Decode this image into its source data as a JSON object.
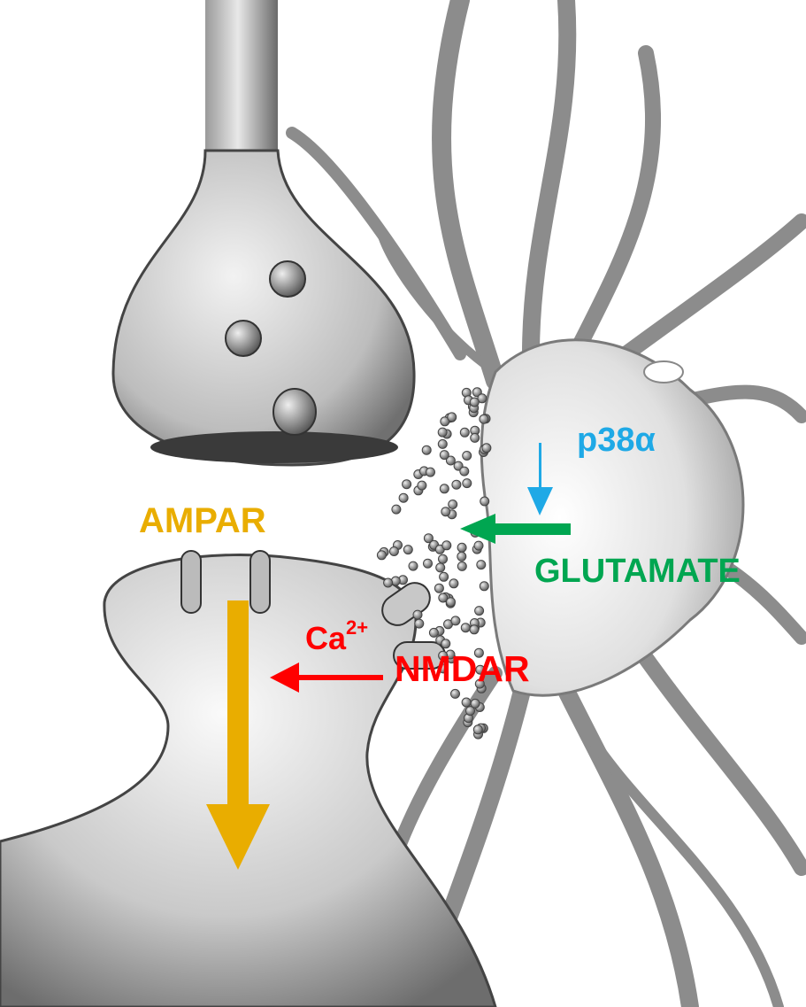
{
  "labels": {
    "ampar": "AMPAR",
    "p38": "p38α",
    "glutamate": "GLUTAMATE",
    "nmdar": "NMDAR",
    "calcium": "Ca",
    "calcium_charge": "2+"
  },
  "colors": {
    "ampar": "#E9AD00",
    "p38": "#1FA9E6",
    "glutamate": "#00A651",
    "nmdar": "#FF0000"
  }
}
